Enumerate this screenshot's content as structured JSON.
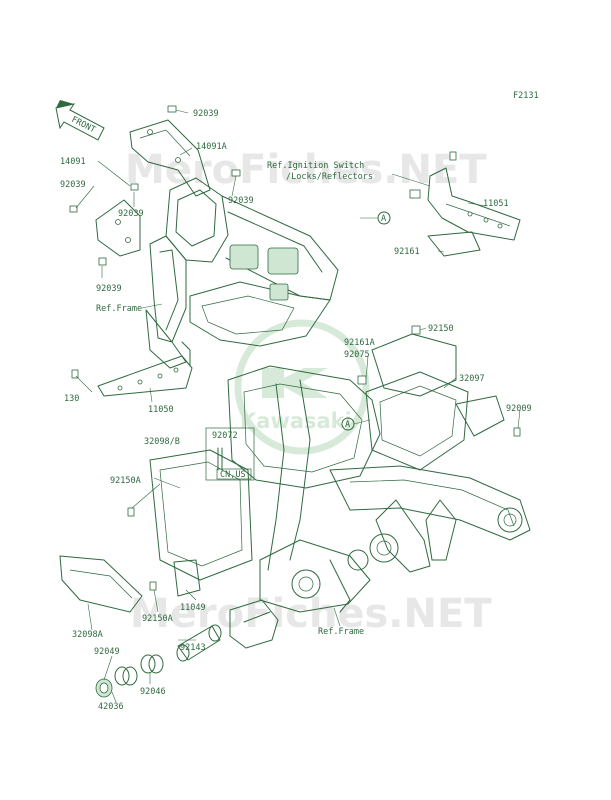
{
  "diagram_id": "F2131",
  "front_label": "FRONT",
  "watermark_text": "MeroFiches.NET",
  "logo_text": "Kawasaki",
  "labels": {
    "p92039_top": "92039",
    "p14091A": "14091A",
    "p14091": "14091",
    "p92039_left": "92039",
    "p92039_mid": "92039",
    "p92039_right": "92039",
    "p92039_bot": "92039",
    "ref_frame_1": "Ref.Frame",
    "ref_ignition_1": "Ref.Ignition Switch",
    "ref_ignition_2": "/Locks/Reflectors",
    "p11051": "11051",
    "p92161": "92161",
    "circleA_1": "A",
    "p92150": "92150",
    "p92161A": "92161A",
    "p92075": "92075",
    "p32097": "32097",
    "p92009": "92009",
    "circleA_2": "A",
    "p130": "130",
    "p11050": "11050",
    "p32098B": "32098/B",
    "p92072": "92072",
    "cn_us": "CN,US",
    "p92150A_1": "92150A",
    "p11049": "11049",
    "p92150A_2": "92150A",
    "p32098A": "32098A",
    "p92049": "92049",
    "p92143": "92143",
    "p92046": "92046",
    "p42036": "42036",
    "ref_frame_2": "Ref.Frame"
  }
}
